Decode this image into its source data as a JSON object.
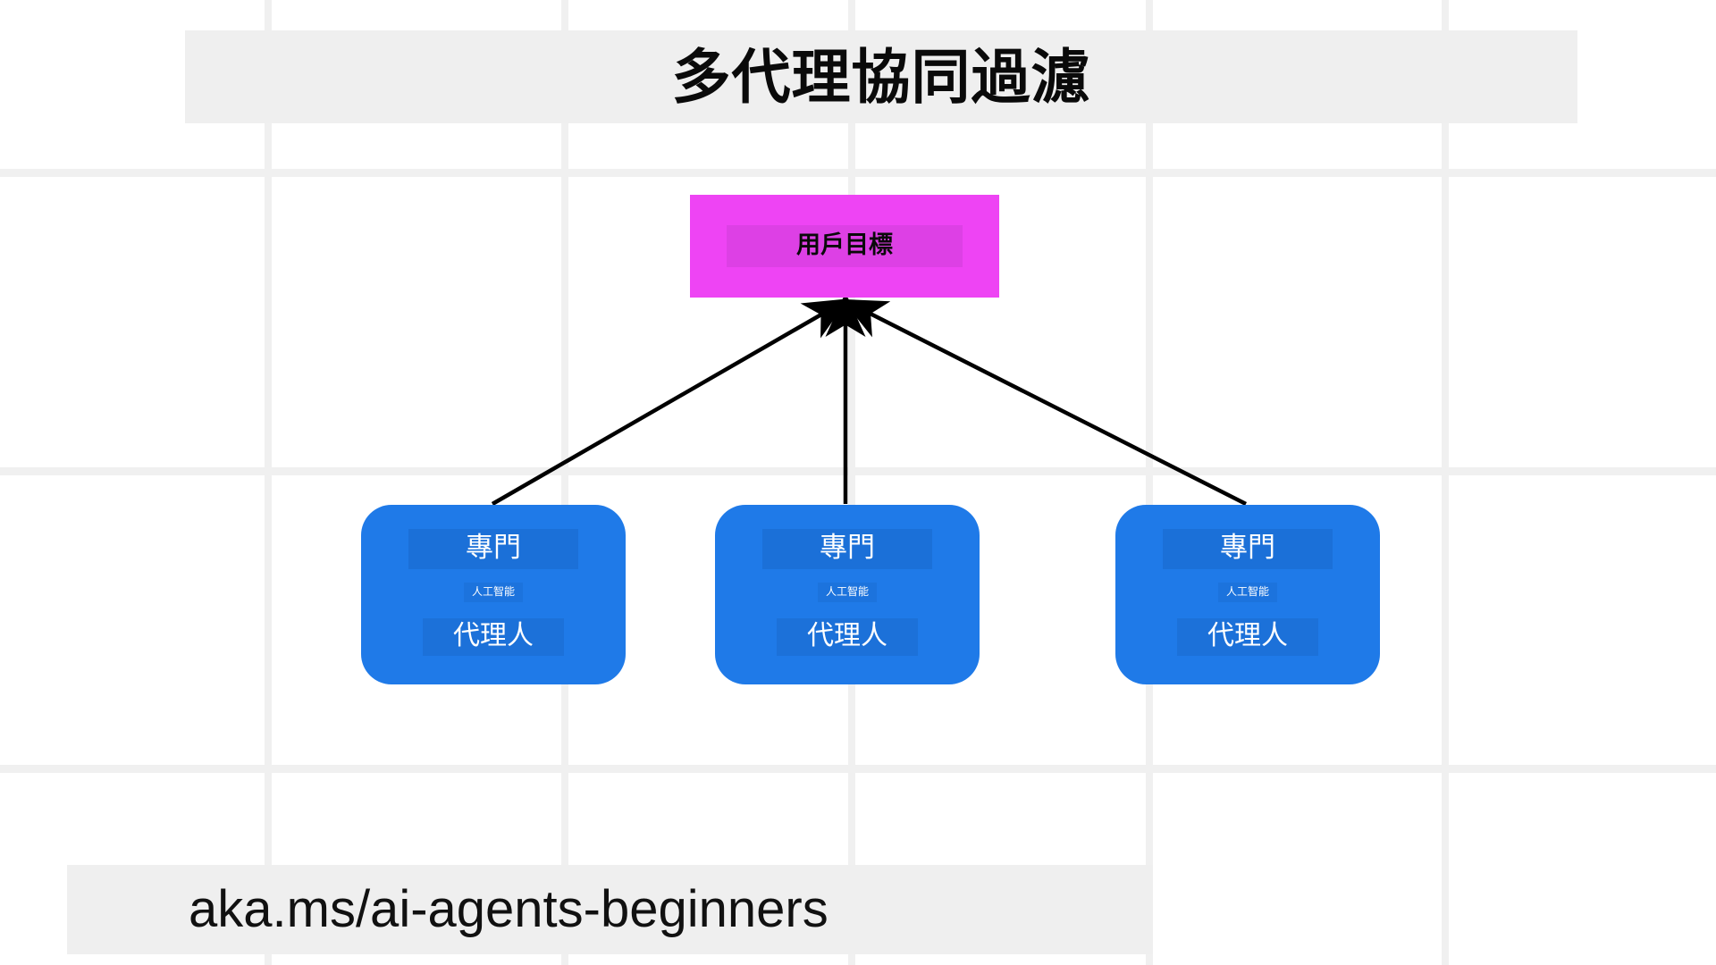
{
  "slide": {
    "title": "多代理協同過濾",
    "footer_url": "aka.ms/ai-agents-beginners",
    "background_color": "#ffffff",
    "banner_color": "#efefef",
    "grid_line_color": "#f0f0f0"
  },
  "goal_node": {
    "label": "用戶目標",
    "fill_color": "#ee44f4",
    "text_color": "#0a0a0a"
  },
  "agents": [
    {
      "position": "left",
      "role": "專門",
      "kind": "人工智能",
      "name": "代理人",
      "fill_color": "#1f7ae8",
      "text_color": "#ffffff"
    },
    {
      "position": "center",
      "role": "專門",
      "kind": "人工智能",
      "name": "代理人",
      "fill_color": "#1f7ae8",
      "text_color": "#ffffff"
    },
    {
      "position": "right",
      "role": "專門",
      "kind": "人工智能",
      "name": "代理人",
      "fill_color": "#1f7ae8",
      "text_color": "#ffffff"
    }
  ],
  "connectors": {
    "color": "#000000",
    "count": 3,
    "direction": "agents-to-goal"
  },
  "grid": {
    "vertical_x": [
      300,
      632,
      953,
      1286,
      1617
    ],
    "horizontal_y": [
      193,
      527,
      860
    ]
  }
}
